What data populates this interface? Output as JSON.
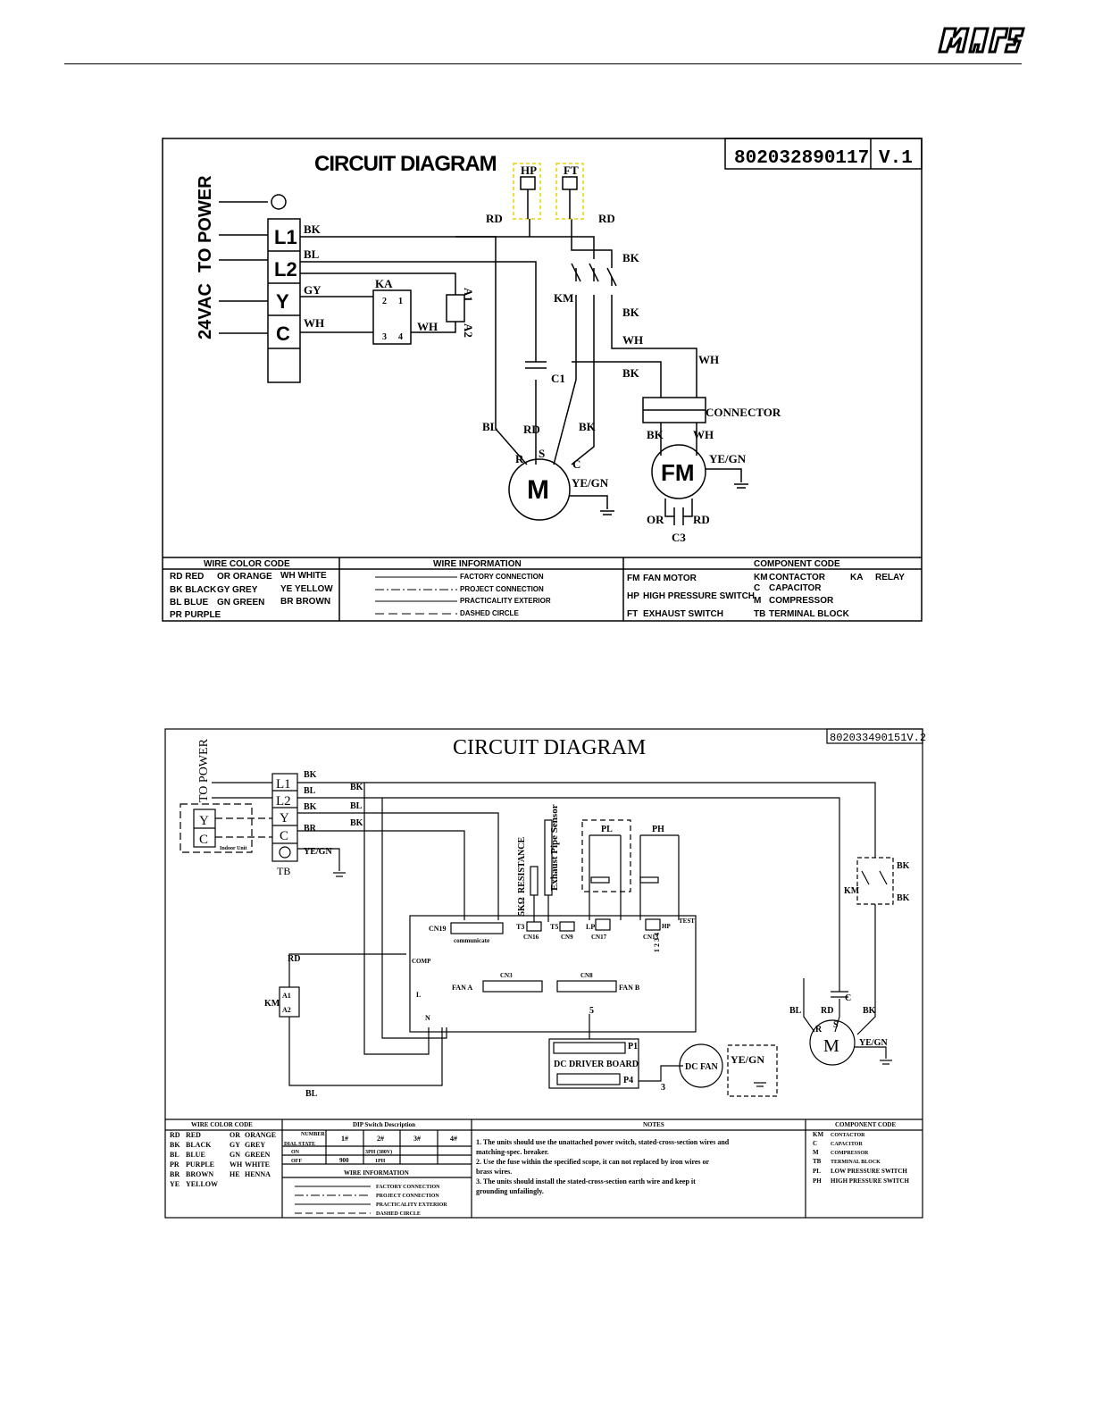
{
  "brand": {
    "logo": "mars"
  },
  "diagram1": {
    "title": "CIRCUIT DIAGRAM",
    "code": "802032890117",
    "version": "V.1",
    "side_label_power": "TO POWER",
    "side_label_24v": "24VAC",
    "terminals": [
      "L1",
      "L2",
      "Y",
      "C"
    ],
    "wires": {
      "bk1": "BK",
      "bl1": "BL",
      "gy": "GY",
      "wh1": "WH",
      "rd1": "RD",
      "rd2": "RD",
      "bk2": "BK",
      "bk3": "BK",
      "wh2": "WH",
      "bk4": "BK",
      "wh3": "WH",
      "wh4": "WH",
      "bl2": "BL",
      "rd3": "RD",
      "bk5": "BK",
      "bk6": "BK",
      "wh5": "WH",
      "yegn1": "YE/GN",
      "yegn2": "YE/GN",
      "or": "OR",
      "rd4": "RD"
    },
    "labels": {
      "ka": "KA",
      "km": "KM",
      "hp": "HP",
      "ft": "FT",
      "c1": "C1",
      "connector": "CONNECTOR",
      "m": "M",
      "fm": "FM",
      "c3": "C3",
      "r": "R",
      "s": "S",
      "c": "C",
      "a1": "A1",
      "a2": "A2",
      "p1": "1",
      "p2": "2",
      "p3": "3",
      "p4": "4"
    },
    "legend": {
      "wire_color_title": "WIRE COLOR CODE",
      "wire_colors": [
        [
          "RD RED",
          "OR ORANGE",
          "WH WHITE"
        ],
        [
          "BK BLACK",
          "GY GREY",
          "YE YELLOW"
        ],
        [
          "BL BLUE",
          "GN GREEN",
          "BR BROWN"
        ],
        [
          "PR PURPLE",
          "",
          ""
        ]
      ],
      "wire_info_title": "WIRE INFORMATION",
      "wire_info": [
        "FACTORY CONNECTION",
        "PROJECT CONNECTION",
        "PRACTICALITY EXTERIOR",
        "DASHED CIRCLE"
      ],
      "component_title": "COMPONENT CODE",
      "components": [
        [
          "FM",
          "FAN MOTOR"
        ],
        [
          "HP",
          "HIGH PRESSURE SWITCH"
        ],
        [
          "FT",
          "EXHAUST SWITCH"
        ],
        [
          "KM",
          "CONTACTOR"
        ],
        [
          "C",
          "CAPACITOR"
        ],
        [
          "M",
          "COMPRESSOR"
        ],
        [
          "TB",
          "TERMINAL BLOCK"
        ],
        [
          "KA",
          "RELAY"
        ]
      ]
    }
  },
  "diagram2": {
    "title": "CIRCUIT DIAGRAM",
    "code": "802033490151V.2",
    "side_label_power": "TO POWER",
    "terminals": [
      "L1",
      "L2",
      "Y",
      "C"
    ],
    "indoor": {
      "y": "Y",
      "c": "C",
      "label": "Indoor Unit"
    },
    "tb": "TB",
    "wires": {
      "bk1": "BK",
      "bl1": "BL",
      "bk2": "BK",
      "bk3": "BK",
      "bl2": "BL",
      "br": "BR",
      "bk4": "BK",
      "yegn": "YE/GN",
      "rd": "RD",
      "bl3": "BL",
      "bl4": "BL",
      "rd2": "RD",
      "bk5": "BK",
      "bk6": "BK",
      "bk7": "BK",
      "yegn2": "YE/GN",
      "yegn3": "YE/GN"
    },
    "labels": {
      "resistance": "RESISTANCE",
      "ohm": "5KΩ",
      "sensor": "Exhaust Pipe Sensor",
      "pl": "PL",
      "ph": "PH",
      "cn19": "CN19",
      "communicate": "communicate",
      "t3": "T3",
      "cn16": "CN16",
      "t5": "T5",
      "cn9": "CN9",
      "lp": "LP",
      "cn17": "CN17",
      "hp": "HP",
      "cn13": "CN13",
      "test": "TEST",
      "comp": "COMP",
      "cn3": "CN3",
      "cn8": "CN8",
      "fana": "FAN  A",
      "fanb": "FAN  B",
      "l": "L",
      "n": "N",
      "km": "KM",
      "a1": "A1",
      "a2": "A2",
      "five": "5",
      "p1": "P1",
      "driver": "DC DRIVER BOARD",
      "p4": "P4",
      "three": "3",
      "dcfan": "DC FAN",
      "km2": "KM",
      "c": "C",
      "r": "R",
      "s": "S",
      "m": "M",
      "sw": "1 2 3 4"
    },
    "legend": {
      "wire_color_title": "WIRE COLOR CODE",
      "wire_colors": [
        [
          "RD",
          "RED",
          "OR",
          "ORANGE"
        ],
        [
          "BK",
          "BLACK",
          "GY",
          "GREY"
        ],
        [
          "BL",
          "BLUE",
          "GN",
          "GREEN"
        ],
        [
          "PR",
          "PURPLE",
          "WH",
          "WHITE"
        ],
        [
          "BR",
          "BROWN",
          "HE",
          "HENNA"
        ],
        [
          "YE",
          "YELLOW",
          "",
          ""
        ]
      ],
      "dip_title": "DIP Switch Description",
      "dip_header": [
        "NUMBER",
        "1#",
        "2#",
        "3#",
        "4#"
      ],
      "dip_state": "DIAL STATE",
      "dip_rows": [
        [
          "ON",
          "",
          "3PH (380V)",
          "",
          ""
        ],
        [
          "OFF",
          "900",
          "1PH",
          "",
          ""
        ]
      ],
      "wire_info_title": "WIRE INFORMATION",
      "wire_info": [
        "FACTORY CONNECTION",
        "PROJECT CONNECTION",
        "PRACTICALITY EXTERIOR",
        "DASHED CIRCLE"
      ],
      "notes_title": "NOTES",
      "notes": [
        "1. The units should use the unattached power switch, stated-cross-section wires and",
        "    matching-spec. breaker.",
        "2. Use the fuse within the specified scope, it can not replaced by iron wires or",
        "brass wires.",
        "3. The units should install the stated-cross-section earth wire and keep it",
        "grounding unfailingly."
      ],
      "component_title": "COMPONENT CODE",
      "components": [
        [
          "KM",
          "CONTACTOR"
        ],
        [
          "C",
          "CAPACITOR"
        ],
        [
          "M",
          "COMPRESSOR"
        ],
        [
          "TB",
          "TERMINAL BLOCK"
        ],
        [
          "PL",
          "LOW PRESSURE SWITCH"
        ],
        [
          "PH",
          "HIGH PRESSURE SWITCH"
        ]
      ]
    }
  }
}
